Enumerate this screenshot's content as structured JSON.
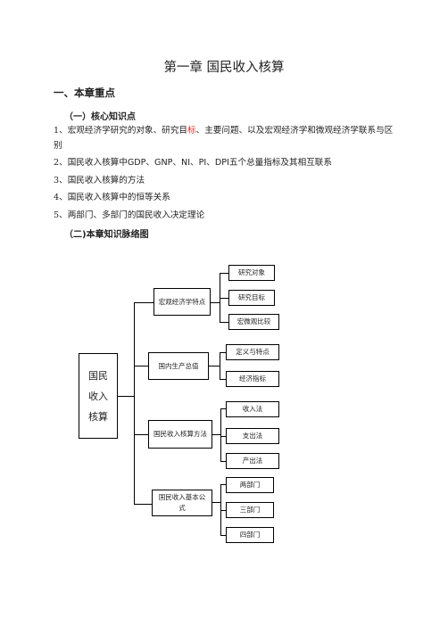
{
  "chapter_title": "第一章  国民收入核算",
  "section_heading": "一、本章重点",
  "subsection_1": "（一）核心知识点",
  "points": {
    "p1_a": "1、宏观经济学研究的对象、研究目",
    "p1_red": "标",
    "p1_b": "、主要问题、以及宏观经济学和微观经济学联系与区别",
    "p2_a": "2、国民收入核算中",
    "p2_b": "GDP、GNP、NI、PI、DPI",
    "p2_c": "五个总量指标及其相互联系",
    "p3": "3、国民收入核算的方法",
    "p4": "4、国民收入核算中的恒等关系",
    "p5": "5、两部门、多部门的国民收入决定理论"
  },
  "subsection_2": "（二)本章知识脉络图",
  "diagram": {
    "root": [
      "国民",
      "收入",
      "核算"
    ],
    "branches": [
      {
        "label": "宏观经济学特点",
        "children": [
          "研究对象",
          "研究目标",
          "宏微观比较"
        ]
      },
      {
        "label": "国内生产总值",
        "children": [
          "定义与特点",
          "经济指标"
        ]
      },
      {
        "label": "国民收入核算方法",
        "children": [
          "收入法",
          "支出法",
          "产出法"
        ]
      },
      {
        "label": "国民收入基本公式",
        "children": [
          "两部门",
          "三部门",
          "四部门"
        ]
      }
    ]
  }
}
